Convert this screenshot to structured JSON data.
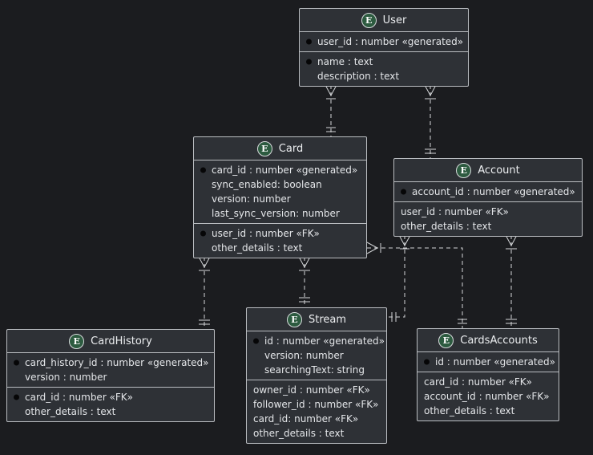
{
  "diagram": {
    "type": "entity-relationship",
    "colors": {
      "background": "#1b1c1f",
      "entity_fill": "#2e3136",
      "entity_border": "#babdc1",
      "text": "#e4e6e9",
      "icon_green": "#2d5b40",
      "line": "#d4d6d8"
    },
    "entities": [
      {
        "id": "user",
        "name": "User",
        "icon": "E",
        "sections": [
          {
            "rows": [
              {
                "bullet": true,
                "text": "user_id : number «generated»"
              }
            ]
          },
          {
            "rows": [
              {
                "bullet": true,
                "text": "name : text"
              },
              {
                "bullet": false,
                "text": "description : text"
              }
            ]
          }
        ]
      },
      {
        "id": "card",
        "name": "Card",
        "icon": "E",
        "sections": [
          {
            "rows": [
              {
                "bullet": true,
                "text": "card_id : number «generated»"
              },
              {
                "bullet": false,
                "text": "sync_enabled: boolean"
              },
              {
                "bullet": false,
                "text": "version: number"
              },
              {
                "bullet": false,
                "text": "last_sync_version: number"
              }
            ]
          },
          {
            "rows": [
              {
                "bullet": true,
                "text": "user_id : number «FK»"
              },
              {
                "bullet": false,
                "text": "other_details : text"
              }
            ]
          }
        ]
      },
      {
        "id": "account",
        "name": "Account",
        "icon": "E",
        "sections": [
          {
            "rows": [
              {
                "bullet": true,
                "text": "account_id : number «generated»"
              }
            ]
          },
          {
            "rows": [
              {
                "bullet": false,
                "text": "user_id : number «FK»"
              },
              {
                "bullet": false,
                "text": "other_details : text"
              }
            ]
          }
        ]
      },
      {
        "id": "cardhistory",
        "name": "CardHistory",
        "icon": "E",
        "sections": [
          {
            "rows": [
              {
                "bullet": true,
                "text": "card_history_id : number «generated»"
              },
              {
                "bullet": false,
                "text": "version : number"
              }
            ]
          },
          {
            "rows": [
              {
                "bullet": true,
                "text": "card_id : number «FK»"
              },
              {
                "bullet": false,
                "text": "other_details : text"
              }
            ]
          }
        ]
      },
      {
        "id": "stream",
        "name": "Stream",
        "icon": "E",
        "sections": [
          {
            "rows": [
              {
                "bullet": true,
                "text": "id : number «generated»"
              },
              {
                "bullet": false,
                "text": "version: number"
              },
              {
                "bullet": false,
                "text": "searchingText: string"
              }
            ]
          },
          {
            "rows": [
              {
                "bullet": false,
                "text": "owner_id : number «FK»"
              },
              {
                "bullet": false,
                "text": "follower_id : number «FK»"
              },
              {
                "bullet": false,
                "text": "card_id: number «FK»"
              },
              {
                "bullet": false,
                "text": "other_details : text"
              }
            ]
          }
        ]
      },
      {
        "id": "cardsaccounts",
        "name": "CardsAccounts",
        "icon": "E",
        "sections": [
          {
            "rows": [
              {
                "bullet": true,
                "text": "id : number «generated»"
              }
            ]
          },
          {
            "rows": [
              {
                "bullet": false,
                "text": "card_id : number «FK»"
              },
              {
                "bullet": false,
                "text": "account_id : number «FK»"
              },
              {
                "bullet": false,
                "text": "other_details : text"
              }
            ]
          }
        ]
      }
    ],
    "relationships": [
      {
        "from": "User",
        "to": "Card",
        "from_marker": "crow-foot-one",
        "to_marker": "exactly-one",
        "line_style": "dashed"
      },
      {
        "from": "User",
        "to": "Account",
        "from_marker": "crow-foot-one",
        "to_marker": "exactly-one",
        "line_style": "dashed"
      },
      {
        "from": "Card",
        "to": "CardHistory",
        "from_marker": "crow-foot-one",
        "to_marker": "exactly-one",
        "line_style": "dashed"
      },
      {
        "from": "Card",
        "to": "Stream",
        "from_marker": "crow-foot-one",
        "to_marker": "exactly-one",
        "line_style": "dashed"
      },
      {
        "from": "Card",
        "to": "CardsAccounts",
        "from_marker": "crow-foot-one",
        "to_marker": "exactly-one",
        "line_style": "dashed"
      },
      {
        "from": "Account",
        "to": "Stream",
        "from_marker": "crow-foot-one",
        "to_marker": "exactly-one",
        "line_style": "dashed"
      },
      {
        "from": "Account",
        "to": "CardsAccounts",
        "from_marker": "crow-foot-one",
        "to_marker": "exactly-one",
        "line_style": "dashed"
      }
    ]
  }
}
